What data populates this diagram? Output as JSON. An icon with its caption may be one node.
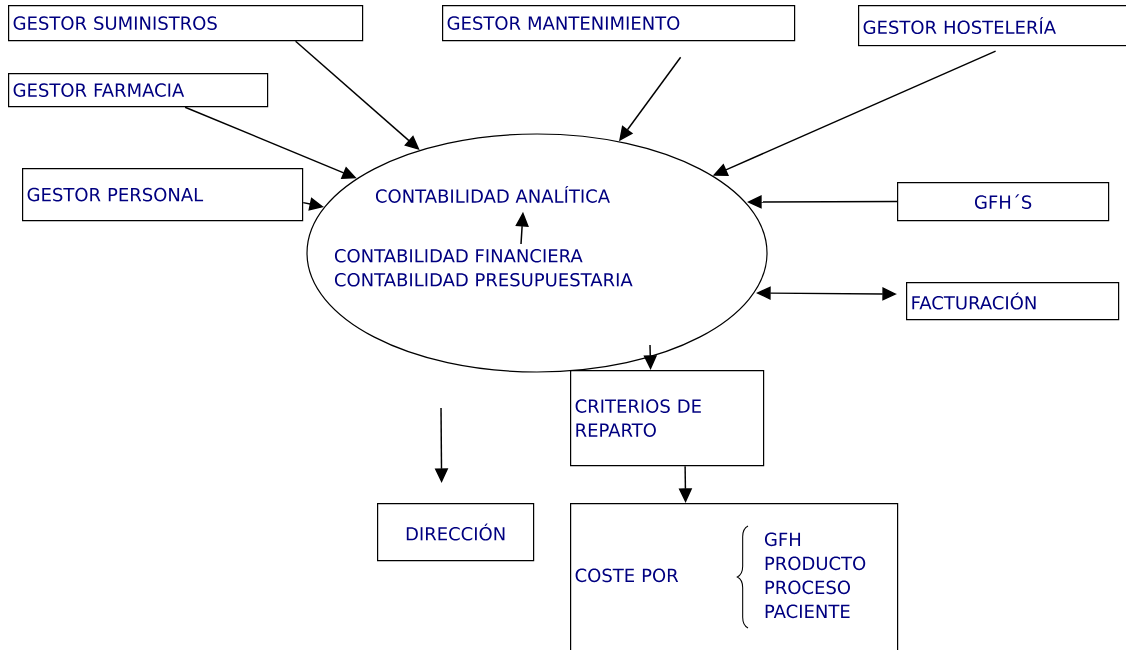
{
  "diagram": {
    "nodes": [
      {
        "text": [
          "GESTOR SUMINISTROS"
        ]
      },
      {
        "text": [
          "GESTOR MANTENIMIENTO"
        ]
      },
      {
        "text": [
          "GESTOR HOSTELERÍA"
        ]
      },
      {
        "text": [
          "GESTOR FARMACIA"
        ]
      },
      {
        "text": [
          "GESTOR PERSONAL"
        ]
      },
      {
        "text": [],
        "shape": "ellipse"
      },
      {
        "text": [
          "CONTABILIDAD ANALÍTICA"
        ],
        "in": 5
      },
      {
        "text": [
          "CONTABILIDAD FINANCIERA",
          "CONTABILIDAD PRESUPUESTARIA"
        ],
        "in": 5
      },
      {
        "text": [
          "GFH´S"
        ]
      },
      {
        "text": [
          "FACTURACIÓN"
        ]
      },
      {
        "text": [
          "CRITERIOS DE REPARTO"
        ]
      },
      {
        "text": [
          "DIRECCIÓN"
        ]
      },
      {
        "text": [
          "COSTE POR",
          "GFH",
          "PRODUCTO",
          "PROCESO",
          "PACIENTE"
        ]
      }
    ],
    "edges": [
      {
        "from": 0,
        "to": 5,
        "arrow": "to"
      },
      {
        "from": 1,
        "to": 5,
        "arrow": "to"
      },
      {
        "from": 2,
        "to": 5,
        "arrow": "to"
      },
      {
        "from": 3,
        "to": 5,
        "arrow": "to"
      },
      {
        "from": 4,
        "to": 5,
        "arrow": "to"
      },
      {
        "from": 7,
        "to": 6,
        "arrow": "to"
      },
      {
        "from": 8,
        "to": 5,
        "arrow": "to"
      },
      {
        "from": 5,
        "to": 9,
        "arrow": "both"
      },
      {
        "from": 5,
        "to": 10,
        "arrow": "to"
      },
      {
        "from": 5,
        "to": 11,
        "arrow": "to"
      },
      {
        "from": 10,
        "to": 12,
        "arrow": "to"
      }
    ]
  }
}
